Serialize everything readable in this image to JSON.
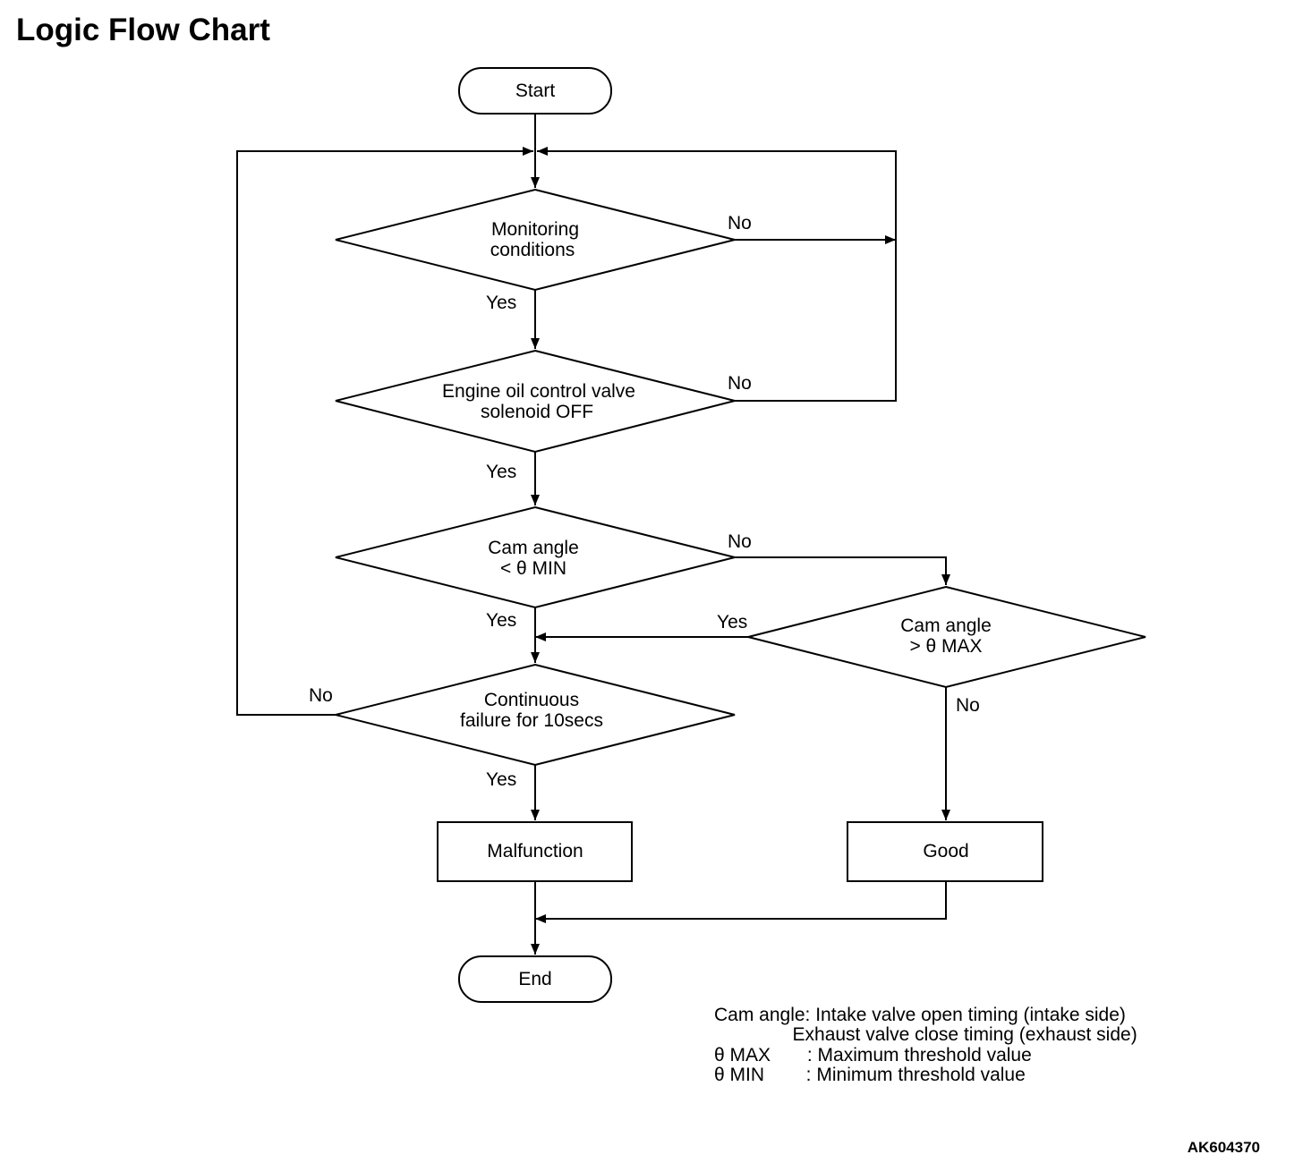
{
  "title": "Logic Flow Chart",
  "figure_id": "AK604370",
  "nodes": {
    "start": "Start",
    "monitoring": [
      "Monitoring",
      "conditions"
    ],
    "solenoid": [
      "Engine oil control valve",
      "solenoid OFF"
    ],
    "cam_min": [
      "Cam angle",
      "< θ MIN"
    ],
    "cam_max": [
      "Cam angle",
      "> θ MAX"
    ],
    "continuous": [
      "Continuous",
      "failure for 10secs"
    ],
    "malfunction": "Malfunction",
    "good": "Good",
    "end": "End"
  },
  "edges": {
    "monitoring_no": "No",
    "monitoring_yes": "Yes",
    "solenoid_no": "No",
    "solenoid_yes": "Yes",
    "cam_min_no": "No",
    "cam_min_yes": "Yes",
    "cam_max_yes": "Yes",
    "cam_max_no": "No",
    "continuous_no": "No",
    "continuous_yes": "Yes"
  },
  "legend": [
    "Cam angle: Intake valve open timing (intake side)",
    "               Exhaust valve close timing (exhaust side)",
    "θ MAX       : Maximum threshold value",
    "θ MIN        : Minimum threshold value"
  ]
}
